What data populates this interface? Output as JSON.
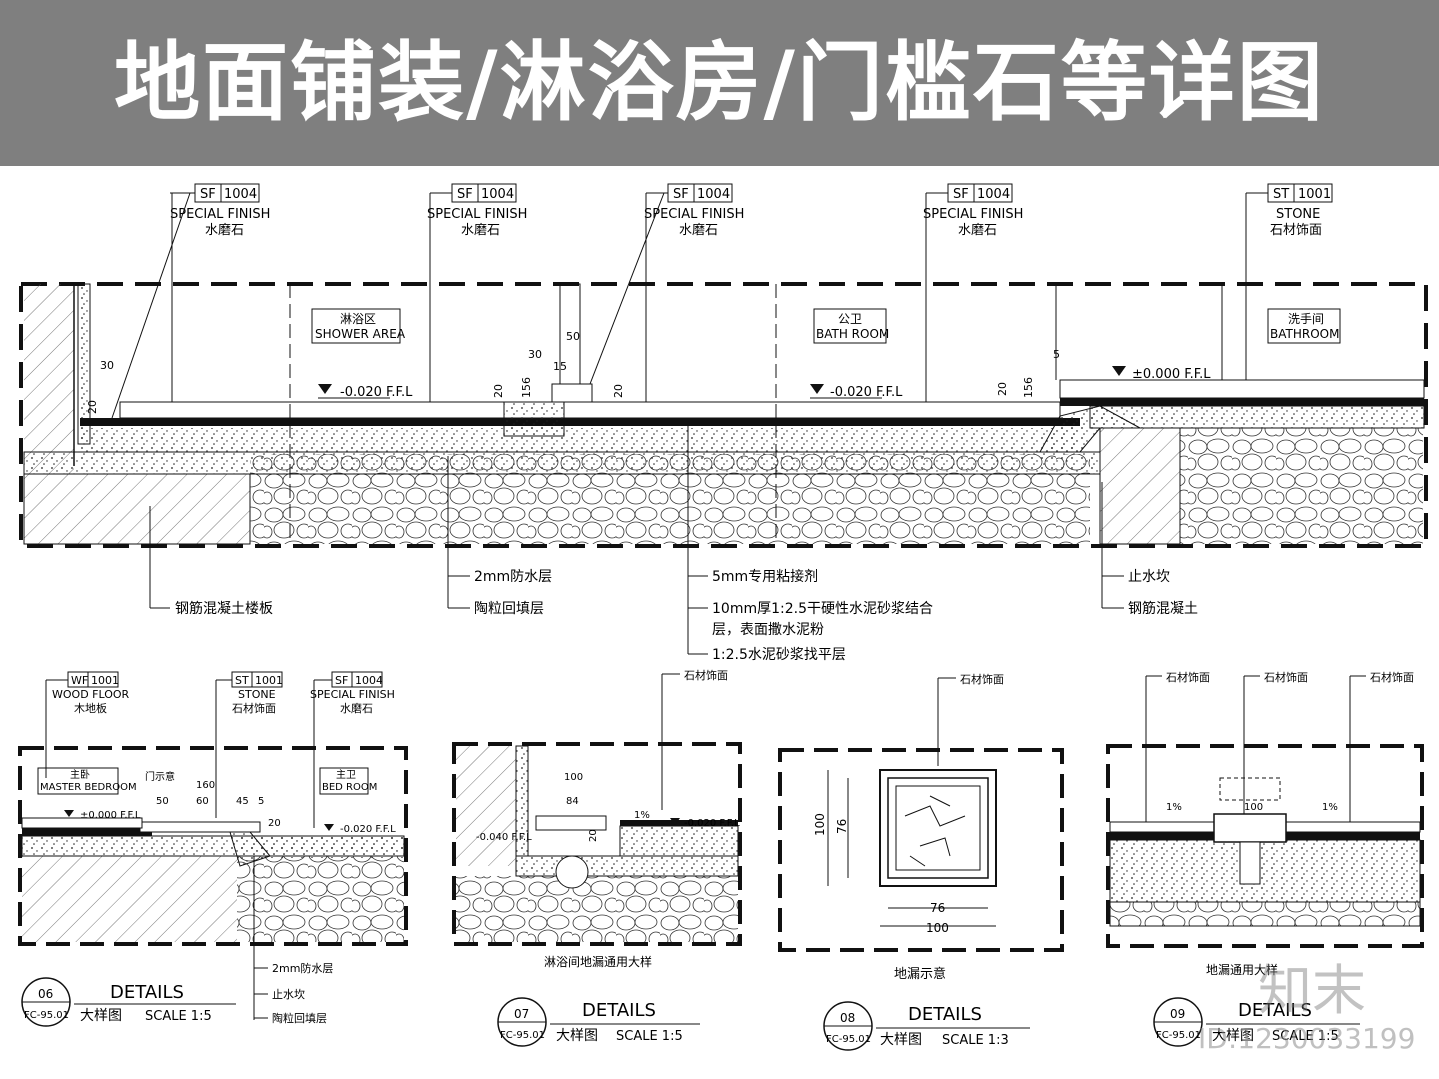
{
  "banner": {
    "title": "地面铺装/淋浴房/门槛石等详图"
  },
  "colors": {
    "banner_bg": "#7f7f7f",
    "banner_text": "#ffffff",
    "ink": "#111111",
    "watermark": "#9a9a9a"
  },
  "main_section": {
    "tags": [
      {
        "code": "SF",
        "num": "1004",
        "en": "SPECIAL FINISH",
        "cn": "水磨石"
      },
      {
        "code": "SF",
        "num": "1004",
        "en": "SPECIAL FINISH",
        "cn": "水磨石"
      },
      {
        "code": "SF",
        "num": "1004",
        "en": "SPECIAL FINISH",
        "cn": "水磨石"
      },
      {
        "code": "SF",
        "num": "1004",
        "en": "SPECIAL FINISH",
        "cn": "水磨石"
      },
      {
        "code": "ST",
        "num": "1001",
        "en": "STONE",
        "cn": "石材饰面"
      }
    ],
    "rooms": [
      {
        "cn": "淋浴区",
        "en": "SHOWER AREA"
      },
      {
        "cn": "公卫",
        "en": "BATH ROOM"
      },
      {
        "cn": "洗手间",
        "en": "BATHROOM"
      }
    ],
    "levels": [
      "-0.020 F.F.L",
      "-0.020 F.F.L",
      "±0.000 F.F.L"
    ],
    "dims": {
      "d30": "30",
      "d20": "20",
      "d50": "50",
      "d15": "15",
      "d5": "5",
      "d156": "156"
    },
    "callouts": [
      "钢筋混凝土楼板",
      "2mm防水层",
      "陶粒回填层",
      "5mm专用粘接剂",
      "10mm厚1:2.5干硬性水泥砂浆结合",
      "层，表面撒水泥粉",
      "1:2.5水泥砂浆找平层",
      "止水坎",
      "钢筋混凝土"
    ]
  },
  "details": [
    {
      "no": "06",
      "sheet": "FC-95.01",
      "title": "DETAILS",
      "subtitle": "大样图",
      "scale": "SCALE  1:5",
      "tags": [
        {
          "code": "WF",
          "num": "1001",
          "en": "WOOD FLOOR",
          "cn": "木地板"
        },
        {
          "code": "ST",
          "num": "1001",
          "en": "STONE",
          "cn": "石材饰面"
        },
        {
          "code": "SF",
          "num": "1004",
          "en": "SPECIAL FINISH",
          "cn": "水磨石"
        }
      ],
      "rooms": [
        {
          "cn": "主卧",
          "en": "MASTER BEDROOM"
        },
        {
          "cn": "主卫",
          "en": "BED ROOM"
        }
      ],
      "levels": [
        "±0.000 F.F.L",
        "-0.020 F.F.L"
      ],
      "dims": [
        "门示意",
        "160",
        "50",
        "60",
        "45",
        "5",
        "20"
      ],
      "callouts": [
        "2mm防水层",
        "止水坎",
        "陶粒回填层"
      ]
    },
    {
      "no": "07",
      "sheet": "FC-95.01",
      "title": "DETAILS",
      "subtitle": "大样图",
      "scale": "SCALE  1:5",
      "caption": "淋浴间地漏通用大样",
      "material": "石材饰面",
      "levels": [
        "-0.040 F.F.L",
        "-0.020 F.F.L"
      ],
      "dims": [
        "100",
        "84",
        "20",
        "1%"
      ]
    },
    {
      "no": "08",
      "sheet": "FC-95.01",
      "title": "DETAILS",
      "subtitle": "大样图",
      "scale": "SCALE  1:3",
      "caption": "地漏示意",
      "material": "石材饰面",
      "dims": [
        "100",
        "76",
        "76",
        "100"
      ]
    },
    {
      "no": "09",
      "sheet": "FC-95.01",
      "title": "DETAILS",
      "subtitle": "大样图",
      "scale": "SCALE  1:5",
      "caption": "地漏通用大样",
      "materials": [
        "石材饰面",
        "石材饰面",
        "石材饰面"
      ],
      "dims": [
        "1%",
        "100",
        "1%"
      ]
    }
  ],
  "watermark": {
    "logo": "知末",
    "id": "ID:1230033199"
  }
}
